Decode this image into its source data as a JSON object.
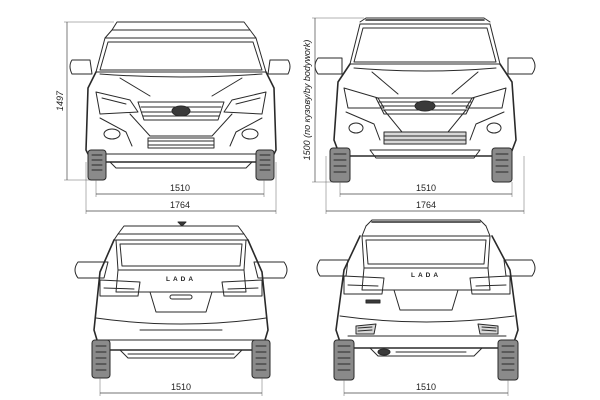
{
  "views": [
    {
      "id": "front-standard",
      "dims": {
        "track": "1510",
        "width": "1764",
        "height": "1497"
      }
    },
    {
      "id": "front-cross",
      "dims": {
        "track": "1510",
        "width": "1764",
        "height": "1500 (по кузову/by bodywork)"
      }
    },
    {
      "id": "rear-standard",
      "logo": "LADA",
      "dims": {
        "track": "1510"
      }
    },
    {
      "id": "rear-cross",
      "logo": "LADA",
      "dims": {
        "track": "1510"
      }
    }
  ],
  "colors": {
    "line": "#2a2a2a",
    "background": "#ffffff"
  }
}
